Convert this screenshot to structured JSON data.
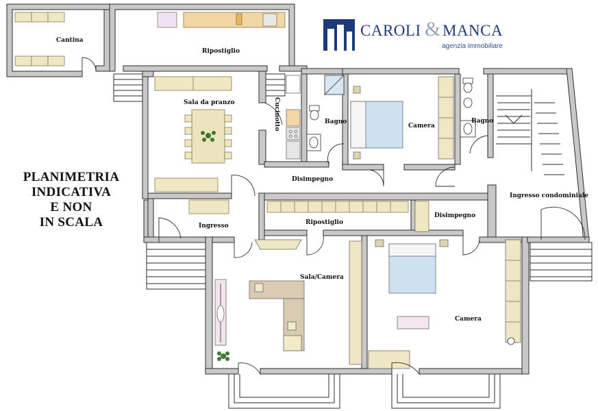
{
  "brand": {
    "name_left": "CAROLI",
    "ampersand": "&",
    "name_right": "MANCA",
    "subtitle": "agenzia immobiliare",
    "color": "#1d3b78"
  },
  "notice": {
    "lines": [
      "PLANIMETRIA",
      "INDICATIVA",
      "E NON",
      "IN SCALA"
    ]
  },
  "rooms": {
    "cantina": "Cantina",
    "ripostiglio_top": "Ripostiglio",
    "sala_da_pranzo": "Sala da pranzo",
    "cucinotto": "Cucinotto",
    "bagno_1": "Bagno",
    "camera_1": "Camera",
    "bagno_2": "Bagno",
    "disimpegno_1": "Disimpegno",
    "ingresso_condominiale": "Ingresso condominiale",
    "ingresso": "Ingresso",
    "ripostiglio_mid": "Ripostiglio",
    "disimpegno_2": "Disimpegno",
    "sala_camera": "Sala/Camera",
    "camera_2": "Camera"
  },
  "colors": {
    "wall": "#c8c8c8",
    "wall_stroke": "#2b2b2b",
    "furniture": "#efe7c4",
    "bed": "#cfe0f2",
    "sofa": "#d8cbb2"
  }
}
